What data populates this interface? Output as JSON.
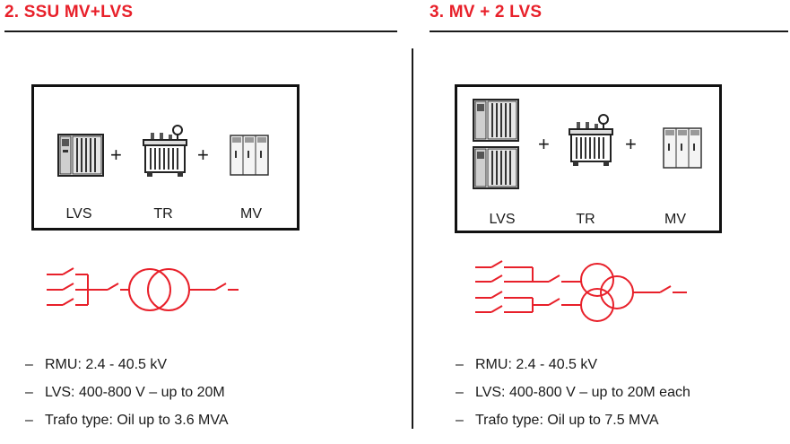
{
  "left": {
    "title": "2. SSU MV+LVS",
    "labels": {
      "lvs": "LVS",
      "tr": "TR",
      "mv": "MV"
    },
    "plus": "+",
    "bullets": [
      "RMU: 2.4 - 40.5 kV",
      "LVS: 400-800 V – up to 20M",
      "Trafo type: Oil up to 3.6 MVA"
    ]
  },
  "right": {
    "title": "3. MV + 2 LVS",
    "labels": {
      "lvs": "LVS",
      "tr": "TR",
      "mv": "MV"
    },
    "plus": "+",
    "bullets": [
      "RMU: 2.4 - 40.5 kV",
      "LVS: 400-800 V – up to 20M each",
      "Trafo type: Oil up to 7.5 MVA"
    ]
  },
  "dash": "–",
  "colors": {
    "accent": "#e8202a",
    "line": "#1a1a1a"
  },
  "icons": [
    "lvs-switchgear-icon",
    "transformer-icon",
    "mv-switchgear-icon"
  ]
}
